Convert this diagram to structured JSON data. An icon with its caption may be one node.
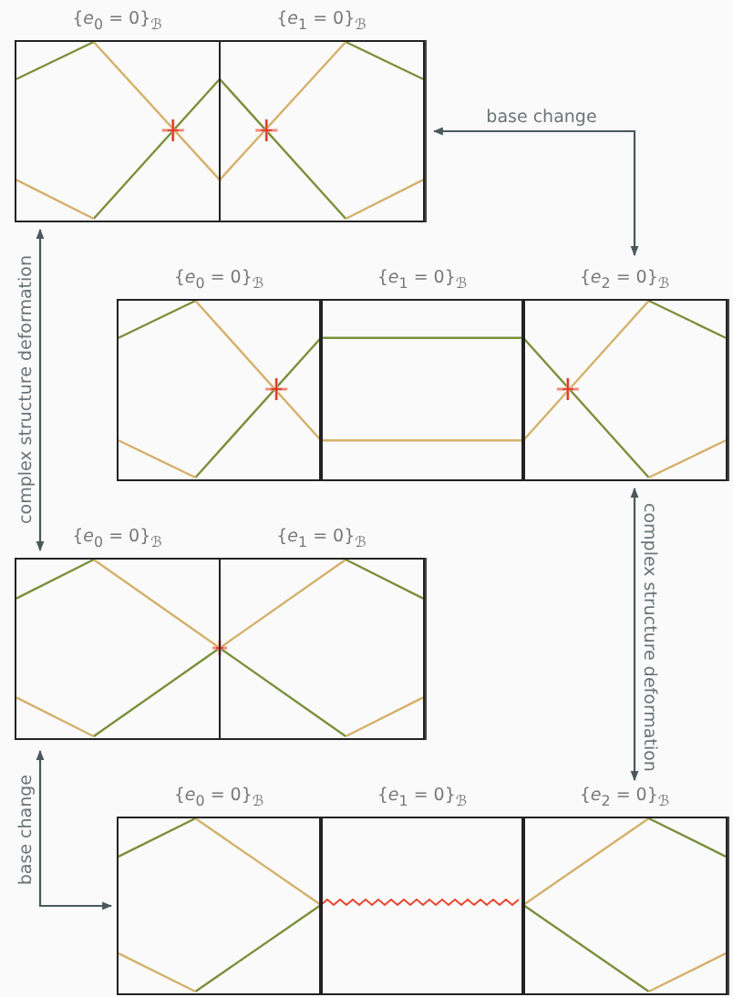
{
  "diagram": {
    "nodes": [
      {
        "text": [],
        "shape": "box"
      },
      {
        "text": [
          "{*e*$_{0}$ = 0}$_{ℬ}$"
        ],
        "in": 0
      },
      {
        "text": [
          "{*e*$_{1}$ = 0}$_{ℬ}$"
        ],
        "in": 0
      },
      {
        "text": [],
        "shape": "box"
      },
      {
        "text": [
          "{*e*$_{0}$ = 0}$_{ℬ}$"
        ],
        "in": 3
      },
      {
        "text": [
          "{*e*$_{1}$ = 0}$_{ℬ}$"
        ],
        "in": 3
      },
      {
        "text": [
          "{*e*$_{2}$ = 0}$_{ℬ}$"
        ],
        "in": 3
      },
      {
        "text": [],
        "shape": "box"
      },
      {
        "text": [
          "{*e*$_{0}$ = 0}$_{ℬ}$"
        ],
        "in": 7
      },
      {
        "text": [
          "{*e*$_{1}$ = 0}$_{ℬ}$"
        ],
        "in": 7
      },
      {
        "text": [],
        "shape": "box"
      },
      {
        "text": [
          "{*e*$_{0}$ = 0}$_{ℬ}$"
        ],
        "in": 10
      },
      {
        "text": [
          "{*e*$_{1}$ = 0}$_{ℬ}$"
        ],
        "in": 10
      },
      {
        "text": [
          "{*e*$_{2}$ = 0}$_{ℬ}$"
        ],
        "in": 10
      }
    ],
    "edges": [
      {
        "from": 3,
        "to": 0,
        "arrow": "both",
        "label": "base change"
      },
      {
        "from": 0,
        "to": 7,
        "arrow": "both",
        "label": "complex structure deformation"
      },
      {
        "from": 3,
        "to": 10,
        "arrow": "both",
        "label": "complex structure deformation"
      },
      {
        "from": 7,
        "to": 10,
        "arrow": "both",
        "label": "base change"
      }
    ]
  }
}
